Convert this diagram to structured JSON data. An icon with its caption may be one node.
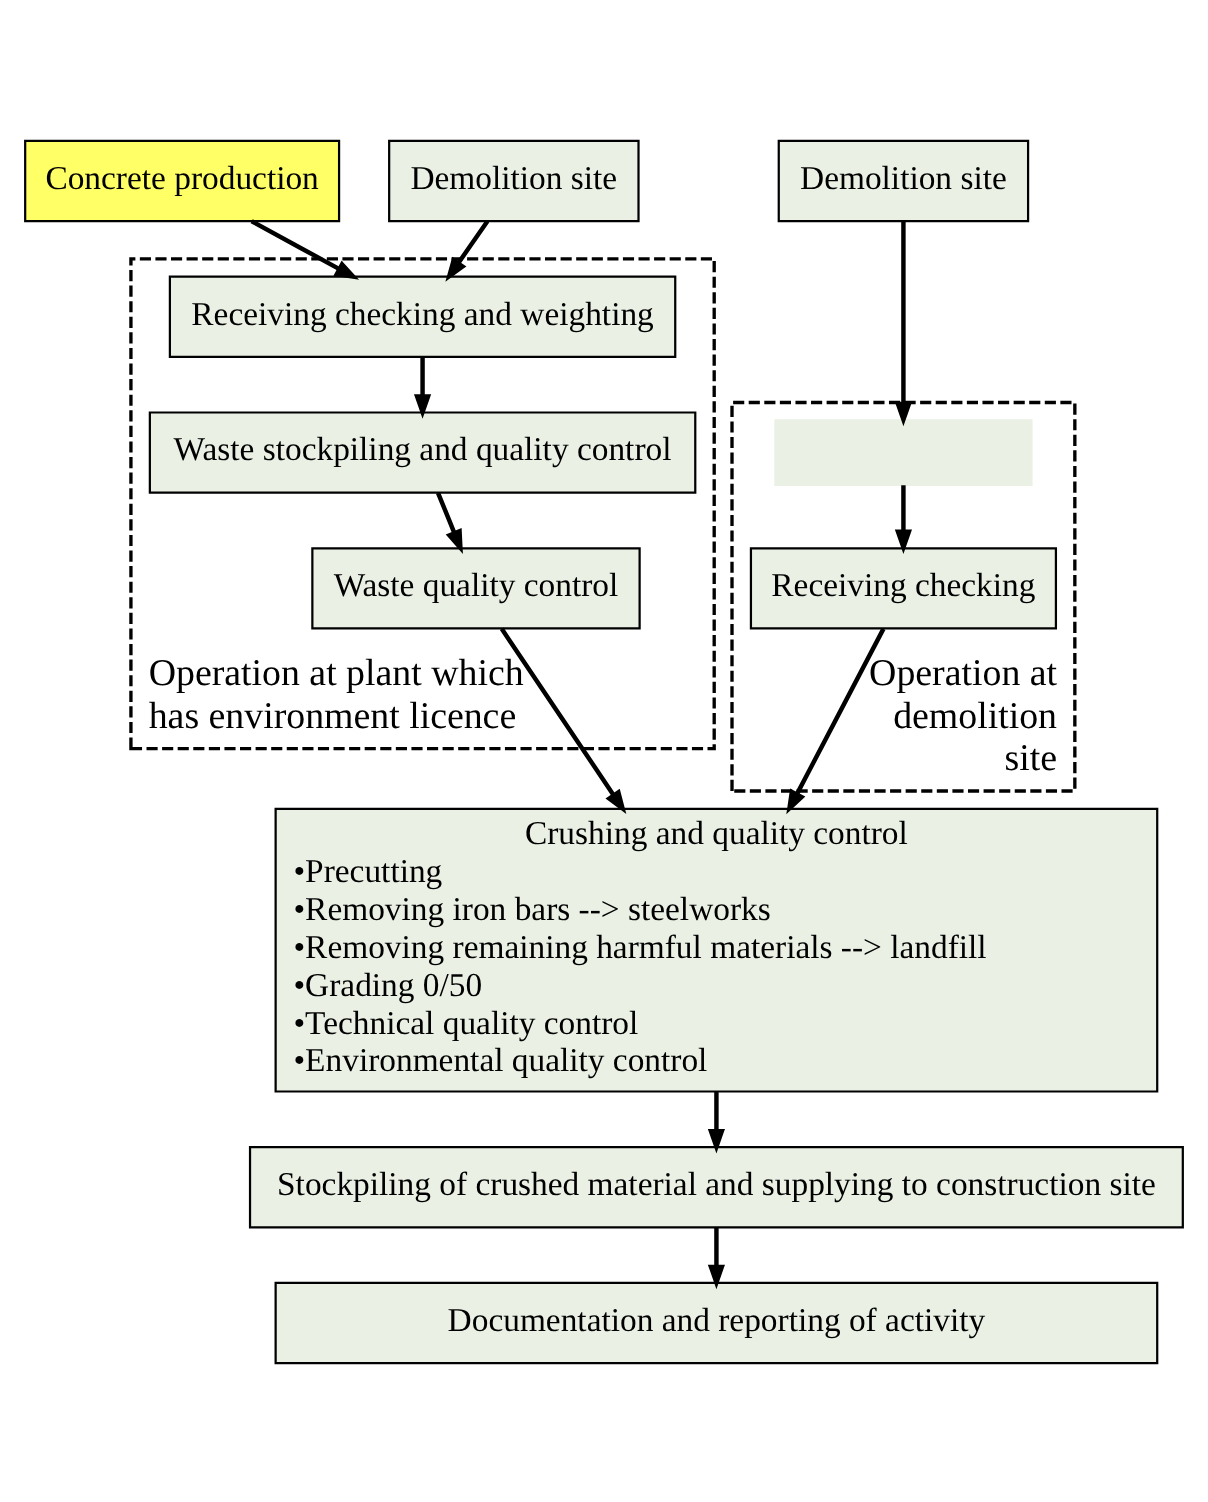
{
  "diagram": {
    "nodes": [
      {
        "text": [
          "Concrete production"
        ]
      },
      {
        "text": [
          "Demolition site"
        ]
      },
      {
        "text": [
          "Demolition site"
        ]
      },
      {
        "text": [
          "Operation at plant which has environment licence"
        ]
      },
      {
        "text": [
          "Receiving checking and weighting"
        ],
        "in": 3
      },
      {
        "text": [
          "Waste stockpiling and quality control"
        ],
        "in": 3
      },
      {
        "text": [
          "Waste quality control"
        ],
        "in": 3
      },
      {
        "text": [
          "Operation at demolition site"
        ]
      },
      {
        "text": [],
        "shape": "box",
        "in": 7
      },
      {
        "text": [
          "Receiving checking"
        ],
        "in": 7
      },
      {
        "text": [
          "Crushing and quality control",
          "•Precutting",
          "•Removing iron bars --> steelworks",
          "•Removing remaining harmful materials --> landfill",
          "•Grading 0/50",
          "•Technical quality control",
          "•Environmental quality control"
        ]
      },
      {
        "text": [
          "Stockpiling of crushed material and supplying to construction site"
        ]
      },
      {
        "text": [
          "Documentation and reporting of activity"
        ]
      }
    ],
    "edges": [
      {
        "from": 0,
        "to": 4,
        "arrow": "to"
      },
      {
        "from": 1,
        "to": 4,
        "arrow": "to"
      },
      {
        "from": 4,
        "to": 5,
        "arrow": "to"
      },
      {
        "from": 5,
        "to": 6,
        "arrow": "to"
      },
      {
        "from": 2,
        "to": 8,
        "arrow": "to"
      },
      {
        "from": 8,
        "to": 9,
        "arrow": "to"
      },
      {
        "from": 6,
        "to": 10,
        "arrow": "to"
      },
      {
        "from": 9,
        "to": 10,
        "arrow": "to"
      },
      {
        "from": 10,
        "to": 11,
        "arrow": "to"
      },
      {
        "from": 11,
        "to": 12,
        "arrow": "to"
      }
    ]
  }
}
